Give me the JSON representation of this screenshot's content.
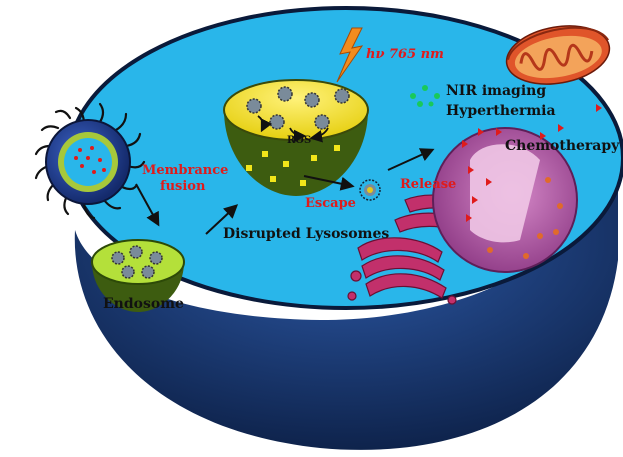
{
  "labels": {
    "wavelength": "hν 765 nm",
    "nir_imaging": "NIR imaging",
    "hyperthermia": "Hyperthermia",
    "chemotherapy": "Chemotherapy",
    "membrane_fusion_line1": "Membrance",
    "membrane_fusion_line2": "fusion",
    "ros": "ROS",
    "escape": "Escape",
    "release": "Release",
    "disrupted_lysosomes": "Disrupted Lysosomes",
    "endosome": "Endosome"
  },
  "colors": {
    "cytoplasm": "#29b6ea",
    "membrane_side": "#142f63",
    "lysosome_fill": "#f3e21b",
    "lysosome_base": "#3d5c10",
    "endosome_fill": "#b4e03a",
    "nanoparticle": "#223f9a",
    "red_label": "#e01b1b",
    "nucleus": "#b05aa3",
    "golgi": "#c2306b",
    "mitochondria": "#d9471e",
    "nir_dots": "#19c95a"
  },
  "icons": {
    "laser": "lightning-bolt-icon",
    "nanoparticle": "nanoparticle-icon",
    "arrow": "arrow-icon"
  }
}
